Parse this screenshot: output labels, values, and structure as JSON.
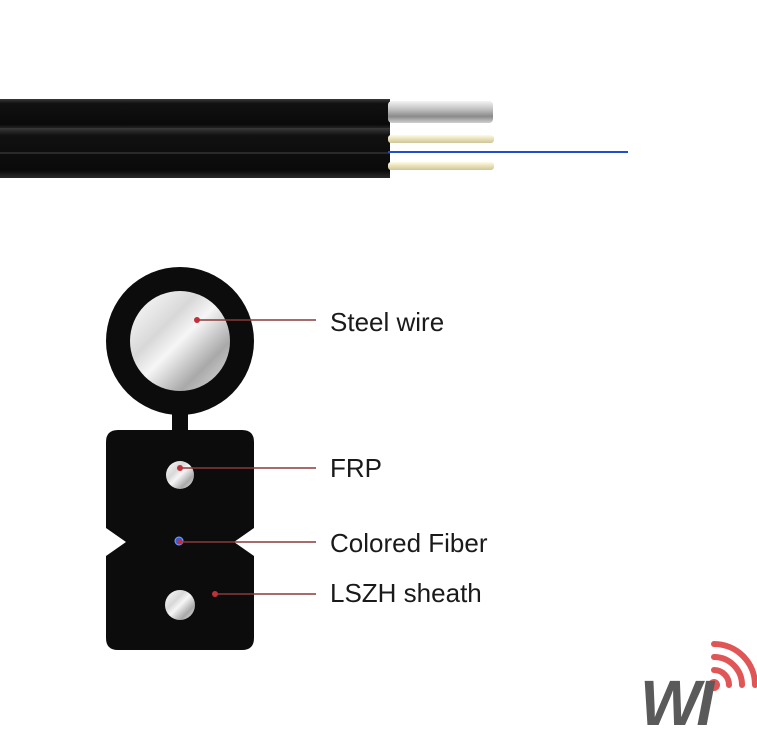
{
  "labels": {
    "steel_wire": "Steel wire",
    "frp": "FRP",
    "colored_fiber": "Colored Fiber",
    "lszh_sheath": "LSZH sheath"
  },
  "logo": {
    "text": "WI",
    "signal_icon": "wifi-signal-icon"
  },
  "colors": {
    "sheath": "#0c0c0c",
    "leader_line": "#8a3a3a",
    "fiber_blue": "#1f4fd0",
    "logo_gray": "#5a5a5a",
    "logo_red": "#e05555"
  }
}
